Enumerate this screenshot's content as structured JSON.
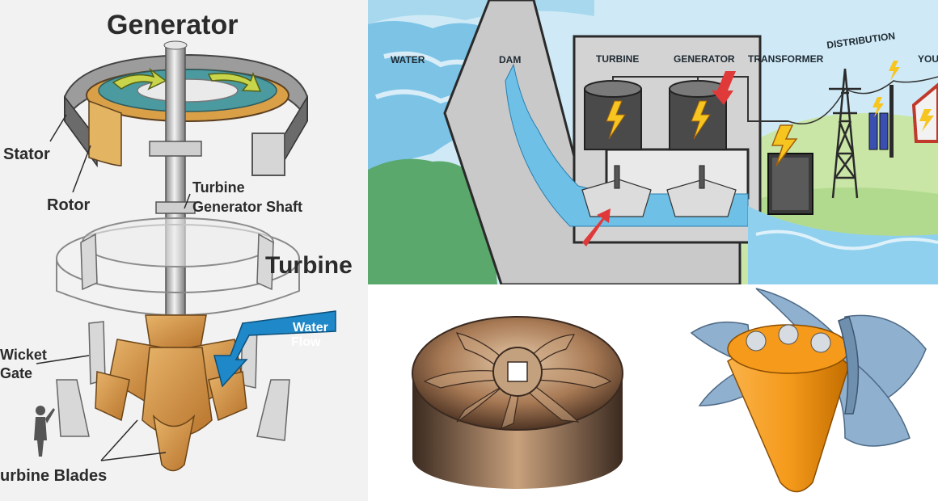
{
  "cutaway": {
    "title": "Generator",
    "stator": "Stator",
    "rotor": "Rotor",
    "shaft_line1": "Turbine",
    "shaft_line2": "Generator Shaft",
    "turbine": "Turbine",
    "water_line1": "Water",
    "water_line2": "Flow",
    "wicket_line1": "Wicket",
    "wicket_line2": "Gate",
    "blades": "urbine Blades"
  },
  "plant": {
    "water": "WATER",
    "dam": "DAM",
    "turbine": "TURBINE",
    "generator": "GENERATOR",
    "transformer": "TRANSFORMER",
    "distribution": "DISTRIBUTION",
    "you": "YOU"
  },
  "colors": {
    "water_blue": "#1e88c8",
    "blade_orange": "#d9984a",
    "dam_gray": "#c9c9c9",
    "arrow_red": "#e0393a",
    "kaplan_orange": "#f59a1b",
    "kaplan_blade": "#7f9fbf",
    "francis_bronze": "#b08360"
  }
}
